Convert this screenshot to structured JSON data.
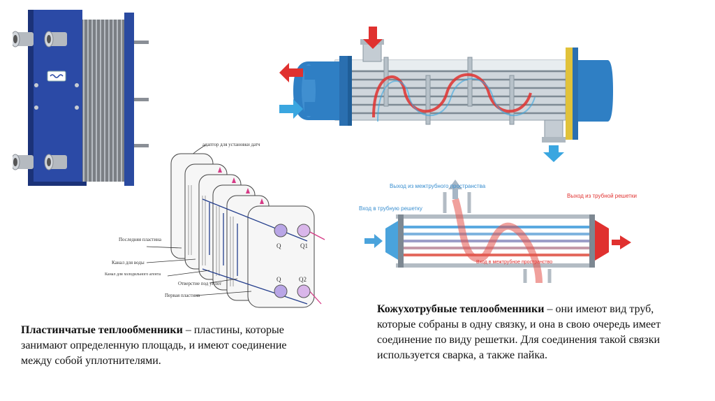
{
  "plate_caption": {
    "title": "Пластинчатые теплообменники",
    "text": " – пластины, которые занимают определенную площадь, и имеют соединение между собой уплотнителями."
  },
  "shell_caption": {
    "title": "Кожухотрубные теплообменники",
    "text": " – они имеют вид труб, которые собраны в одну связку, и она в свою очередь имеет соединение по виду решетки. Для соединения такой связки используется сварка, а также пайка."
  },
  "plate_diagram": {
    "top_label": "адаптор для установки датч",
    "labels": [
      "Последняя пластина",
      "Канал для воды",
      "Канал для холодильного агента",
      "Отверстие под уплот",
      "Первая пластина"
    ],
    "port_labels": [
      "Q1",
      "Q2",
      "Q",
      "Q"
    ]
  },
  "tube_diagram": {
    "labels": {
      "inlet_tube": "Вход в трубную решетку",
      "outlet_shell": "Выход из межтрубного пространства",
      "outlet_tube": "Выход из трубной решетки",
      "inlet_shell": "Вход в межтрубное пространство"
    }
  },
  "colors": {
    "hot": "#e0312f",
    "cold": "#3aa6e0",
    "shell_blue": "#2f7fc4",
    "plate_frame": "#233d8c"
  }
}
